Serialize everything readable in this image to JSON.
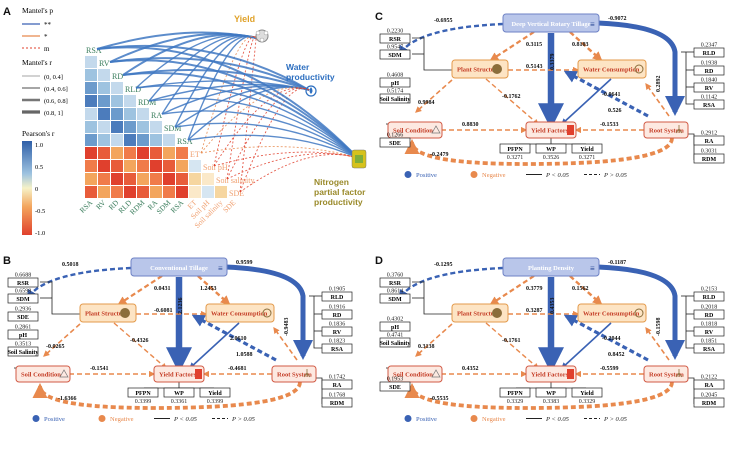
{
  "panels": {
    "a": "A",
    "b": "B",
    "c": "C",
    "d": "D"
  },
  "panelA": {
    "vars": [
      "RSA",
      "RV",
      "RD",
      "RLD",
      "RDM",
      "RA",
      "SDM",
      "RSA",
      "ET",
      "Soil pH",
      "Soil salinity",
      "SDE"
    ],
    "targets": {
      "yield": "Yield",
      "water": "Water productivity",
      "npfp": "Nitrogen partial factor productivity"
    },
    "legend": {
      "mantel_p_title": "Mantel's p",
      "p1": "**",
      "p2": "*",
      "p3": "m",
      "mantel_r_title": "Mantel's r",
      "r1": "(0, 0.4]",
      "r2": "(0.4, 0.6]",
      "r3": "(0.6, 0.8]",
      "r4": "(0.8, 1]",
      "pearson_title": "Pearson's r",
      "scale": [
        "1.0",
        "0.5",
        "0",
        "-0.5",
        "-1.0"
      ]
    }
  },
  "common": {
    "plant_structure": "Plant Structure",
    "water_consumption": "Water Consumption",
    "soil_condition": "Soil Condition",
    "yield_factors": "Yield Factors",
    "root_system": "Root System",
    "rsr": "RSR",
    "sdm": "SDM",
    "sde": "SDE",
    "ph": "pH",
    "soil_salinity": "Soil Salinity",
    "rld": "RLD",
    "rd": "RD",
    "rv": "RV",
    "rsa": "RSA",
    "ra": "RA",
    "rdm": "RDM",
    "pfpn": "PFPN",
    "wp": "WP",
    "yield": "Yield",
    "legend": {
      "positive": "Positive",
      "negative": "Negative",
      "sig": "P < 0.05",
      "ns": "P > 0.05"
    }
  },
  "panelB": {
    "title": "Conventional Tillage",
    "left": {
      "rsr": "0.6688",
      "sdm": "0.6598",
      "sde": "0.2936",
      "ph": "0.2861",
      "sal": "0.3513"
    },
    "right": {
      "rld": "0.1905",
      "rd": "0.1916",
      "rv": "0.1836",
      "rsa": "0.1823",
      "ra": "0.1742",
      "rdm": "0.1768"
    },
    "bottom": {
      "pfpn": "0.3399",
      "wp": "0.3361",
      "yield": "0.3399"
    },
    "paths": [
      "0.5018",
      "0.0431",
      "2.1236",
      "1.2453",
      "0.9599",
      "-0.6081",
      "-0.4326",
      "-0.0265",
      "2.0610",
      "1.0588",
      "-0.9483",
      "-0.1541",
      "-0.4681",
      "-1.6366"
    ]
  },
  "panelC": {
    "title": "Deep Vertical Rotary Tillage",
    "left": {
      "rsr": "0.2230",
      "sdm": "0.9547",
      "ph": "0.4608",
      "sal": "0.5174",
      "sde": "0.1266"
    },
    "right": {
      "rld": "0.2347",
      "rd": "0.1938",
      "rv": "0.1840",
      "rsa": "0.1142",
      "ra": "0.2912",
      "rdm": "0.3031"
    },
    "bottom": {
      "pfpn": "0.3271",
      "wp": "0.3526",
      "yield": "0.3271"
    },
    "paths": [
      "-0.6955",
      "0.3115",
      "0.3379",
      "0.8103",
      "-0.9072",
      "0.5143",
      "-0.1762",
      "0.9984",
      "-0.0641",
      "0.526",
      "0.2892",
      "0.8830",
      "-0.1533",
      "-0.2479"
    ]
  },
  "panelD": {
    "title": "Planting Density",
    "left": {
      "rsr": "0.3760",
      "sdm": "0.8614",
      "ph": "0.4302",
      "sal": "0.4741",
      "sde": "0.1953"
    },
    "right": {
      "rld": "0.2153",
      "rd": "0.2018",
      "rv": "0.1818",
      "rsa": "0.1851",
      "ra": "0.2122",
      "rdm": "0.2045"
    },
    "bottom": {
      "pfpn": "0.3329",
      "wp": "0.3383",
      "yield": "0.3329"
    },
    "paths": [
      "-0.1295",
      "0.3779",
      "0.4353",
      "0.1562",
      "-0.1187",
      "0.3287",
      "-0.1761",
      "0.3138",
      "-0.2044",
      "0.8452",
      "-0.1598",
      "0.4352",
      "-0.5599",
      "-0.5535"
    ]
  }
}
